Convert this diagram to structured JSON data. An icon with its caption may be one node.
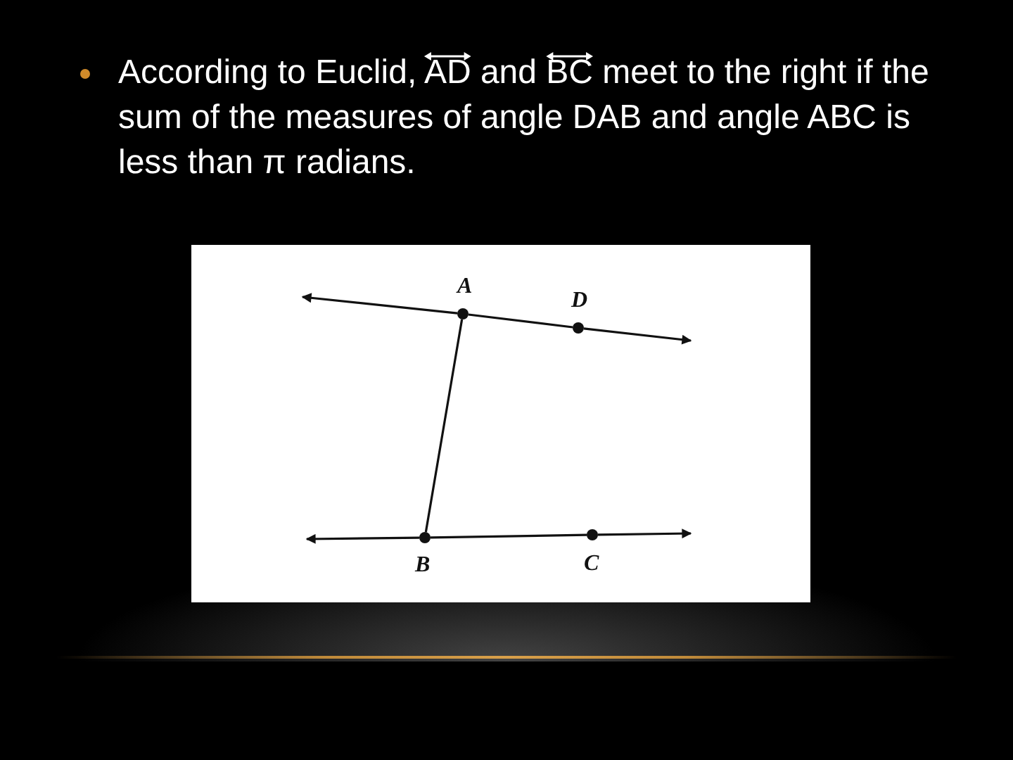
{
  "diagram": {
    "nodes": [
      {
        "text": [],
        "shape": "circle",
        "beside": [
          "A"
        ]
      },
      {
        "text": [],
        "shape": "circle",
        "beside": [
          "D"
        ]
      },
      {
        "text": [],
        "shape": "circle",
        "beside": [
          "B"
        ]
      },
      {
        "text": [],
        "shape": "circle",
        "beside": [
          "C"
        ]
      }
    ],
    "edges": [
      {
        "from": 0,
        "to": null,
        "arrow": "to"
      },
      {
        "from": 0,
        "to": 1,
        "arrow": "none"
      },
      {
        "from": 1,
        "to": null,
        "arrow": "to"
      },
      {
        "from": 2,
        "to": null,
        "arrow": "to"
      },
      {
        "from": 2,
        "to": 3,
        "arrow": "none"
      },
      {
        "from": 3,
        "to": null,
        "arrow": "to"
      },
      {
        "from": 0,
        "to": 2,
        "arrow": "none"
      }
    ],
    "labels": [
      "According to Euclid, AD and BC meet to the right if the sum of the measures of angle DAB and angle ABC is less than π radians."
    ]
  }
}
